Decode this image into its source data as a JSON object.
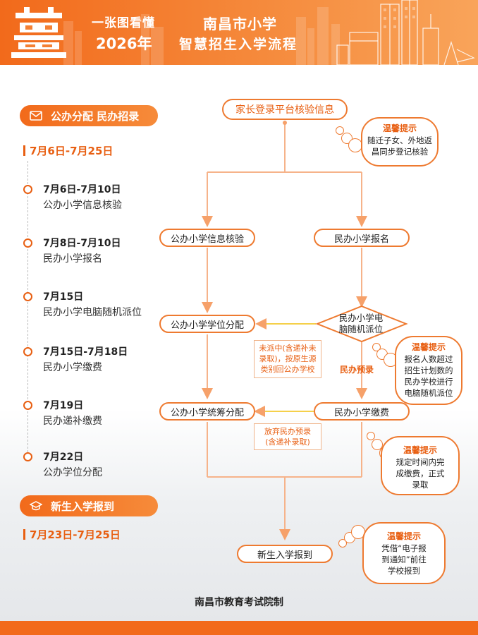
{
  "header": {
    "subtitle_left": "一张图看懂",
    "year": "2026年",
    "title_line1": "南昌市小学",
    "title_line2": "智慧招生入学流程"
  },
  "left": {
    "section1": {
      "label": "公办分配 民办招录",
      "range": "7月6日-7月25日"
    },
    "timeline": [
      {
        "date": "7月6日-7月10日",
        "desc": "公办小学信息核验"
      },
      {
        "date": "7月8日-7月10日",
        "desc": "民办小学报名"
      },
      {
        "date": "7月15日",
        "desc": "民办小学电脑随机派位"
      },
      {
        "date": "7月15日-7月18日",
        "desc": "民办小学缴费"
      },
      {
        "date": "7月19日",
        "desc": "民办递补缴费"
      },
      {
        "date": "7月22日",
        "desc": "公办学位分配"
      }
    ],
    "section2": {
      "label": "新生入学报到",
      "range": "7月23日-7月25日"
    }
  },
  "flow": {
    "top": "家长登录平台核验信息",
    "public_verify": "公办小学信息核验",
    "private_register": "民办小学报名",
    "public_allocate": "公办小学学位分配",
    "private_lottery_l1": "民办小学电",
    "private_lottery_l2": "脑随机派位",
    "note_unassigned_l1": "未派中(含递补未",
    "note_unassigned_l2": "录取)，按原生源",
    "note_unassigned_l3": "类别回公办学校",
    "label_private_pre": "民办预录",
    "public_overall": "公办小学统筹分配",
    "private_pay": "民办小学缴费",
    "note_abandon_l1": "放弃民办预录",
    "note_abandon_l2": "(含递补录取)",
    "enroll": "新生入学报到"
  },
  "tips": [
    {
      "title": "温馨提示",
      "lines": [
        "随迁子女、外地返",
        "昌同步登记核验"
      ]
    },
    {
      "title": "温馨提示",
      "lines": [
        "报名人数超过",
        "招生计划数的",
        "民办学校进行",
        "电脑随机派位"
      ]
    },
    {
      "title": "温馨提示",
      "lines": [
        "规定时间内完",
        "成缴费，正式",
        "录取"
      ]
    },
    {
      "title": "温馨提示",
      "lines": [
        "凭借“电子报",
        "到通知”前往",
        "学校报到"
      ]
    }
  ],
  "footer": "南昌市教育考试院制",
  "colors": {
    "accent": "#f26a1b",
    "accent_light": "#f9a45a",
    "line": "#f6b38a"
  }
}
